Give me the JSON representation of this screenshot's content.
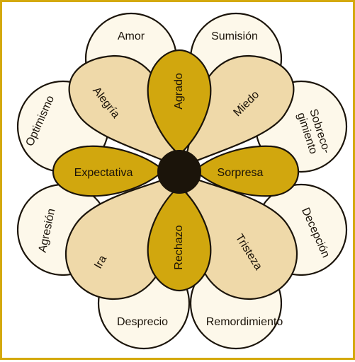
{
  "colors": {
    "border": "#d4a90c",
    "outer_fill": "#fdf8ea",
    "mid_fill": "#efd9a9",
    "core_fill": "#d1a70e",
    "center_fill": "#1b140a",
    "stroke": "#1b140a"
  },
  "outer_emotions": [
    "Amor",
    "Sumisión",
    "Sobreco-",
    "gimiento",
    "Decepción",
    "Remordimiento",
    "Desprecio",
    "Agresión",
    "Optimismo"
  ],
  "mid_emotions": [
    "Alegría",
    "Miedo",
    "Tristeza",
    "Ira"
  ],
  "core_emotions": [
    "Agrado",
    "Sorpresa",
    "Rechazo",
    "Expectativa"
  ]
}
